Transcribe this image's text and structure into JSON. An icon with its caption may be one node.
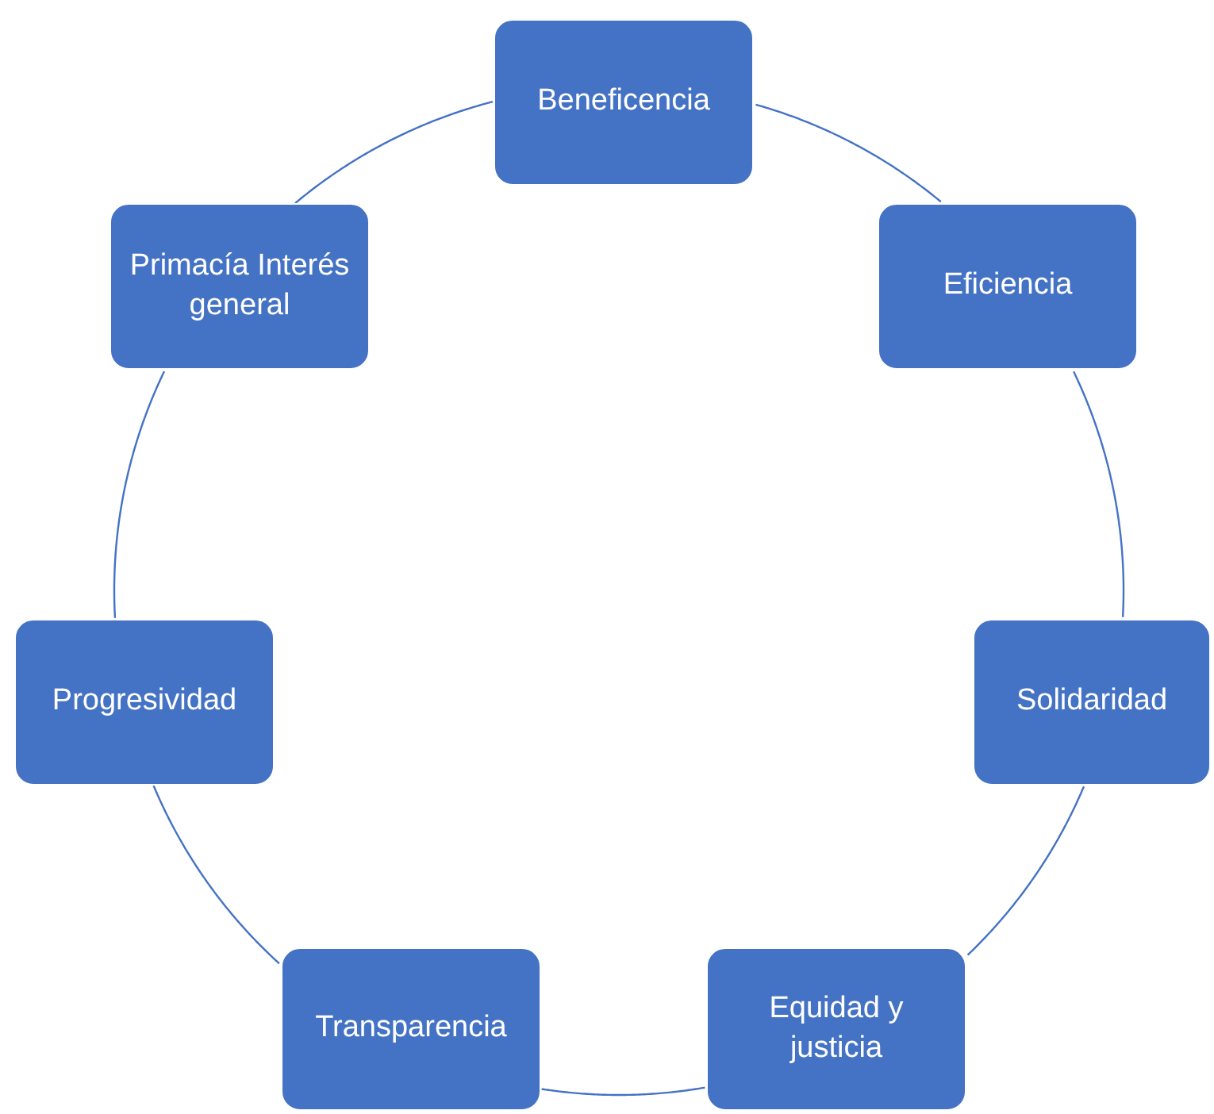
{
  "diagram": {
    "nodes": [
      {
        "text": [
          "Beneficencia"
        ]
      },
      {
        "text": [
          "Eficiencia"
        ]
      },
      {
        "text": [
          "Solidaridad"
        ]
      },
      {
        "text": [
          "Equidad y justicia"
        ]
      },
      {
        "text": [
          "Transparencia"
        ]
      },
      {
        "text": [
          "Progresividad"
        ]
      },
      {
        "text": [
          "Primacía Interés general"
        ]
      }
    ],
    "edges": [
      {
        "from": 0,
        "to": 1,
        "arrow": "none"
      },
      {
        "from": 1,
        "to": 2,
        "arrow": "none"
      },
      {
        "from": 2,
        "to": 3,
        "arrow": "none"
      },
      {
        "from": 3,
        "to": 4,
        "arrow": "none"
      },
      {
        "from": 4,
        "to": 5,
        "arrow": "none"
      },
      {
        "from": 5,
        "to": 6,
        "arrow": "none"
      },
      {
        "from": 6,
        "to": 0,
        "arrow": "none"
      }
    ]
  }
}
